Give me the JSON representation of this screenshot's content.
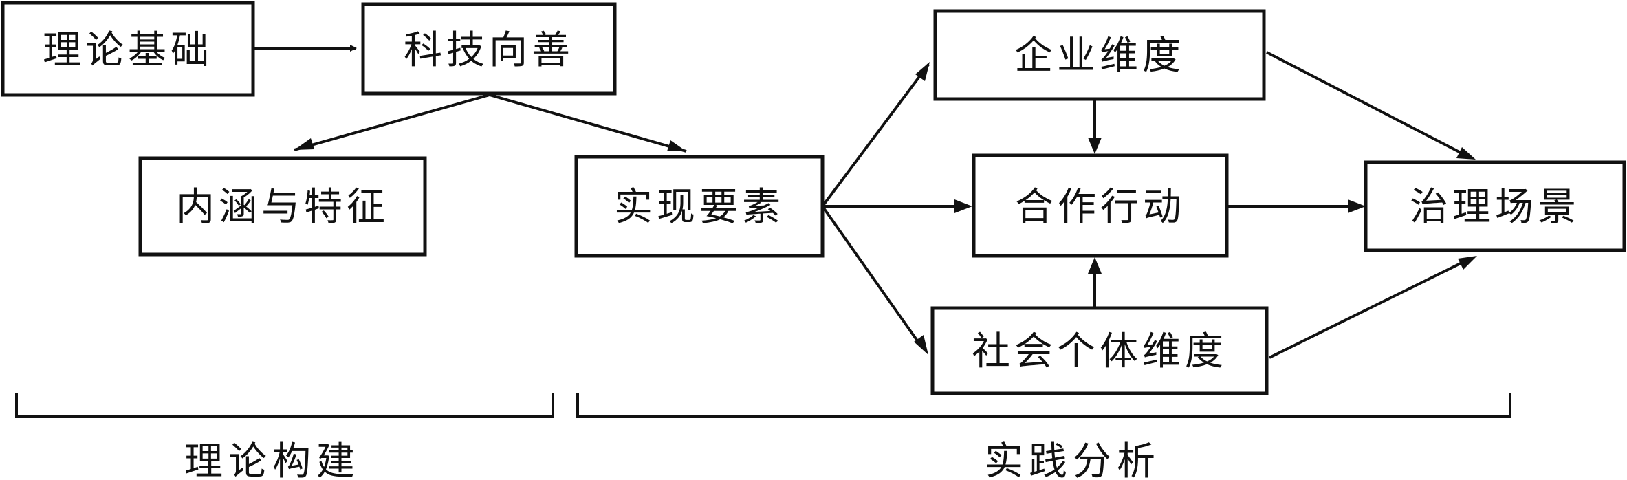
{
  "nodes": {
    "theory_basis": "理论基础",
    "tech_for_good": "科技向善",
    "connotation": "内涵与特征",
    "realization": "实现要素",
    "enterprise": "企业维度",
    "cooperation": "合作行动",
    "social_individual": "社会个体维度",
    "governance": "治理场景"
  },
  "sections": {
    "theory_construction": "理论构建",
    "practice_analysis": "实践分析"
  },
  "colors": {
    "stroke": "#111111",
    "background": "#ffffff"
  }
}
